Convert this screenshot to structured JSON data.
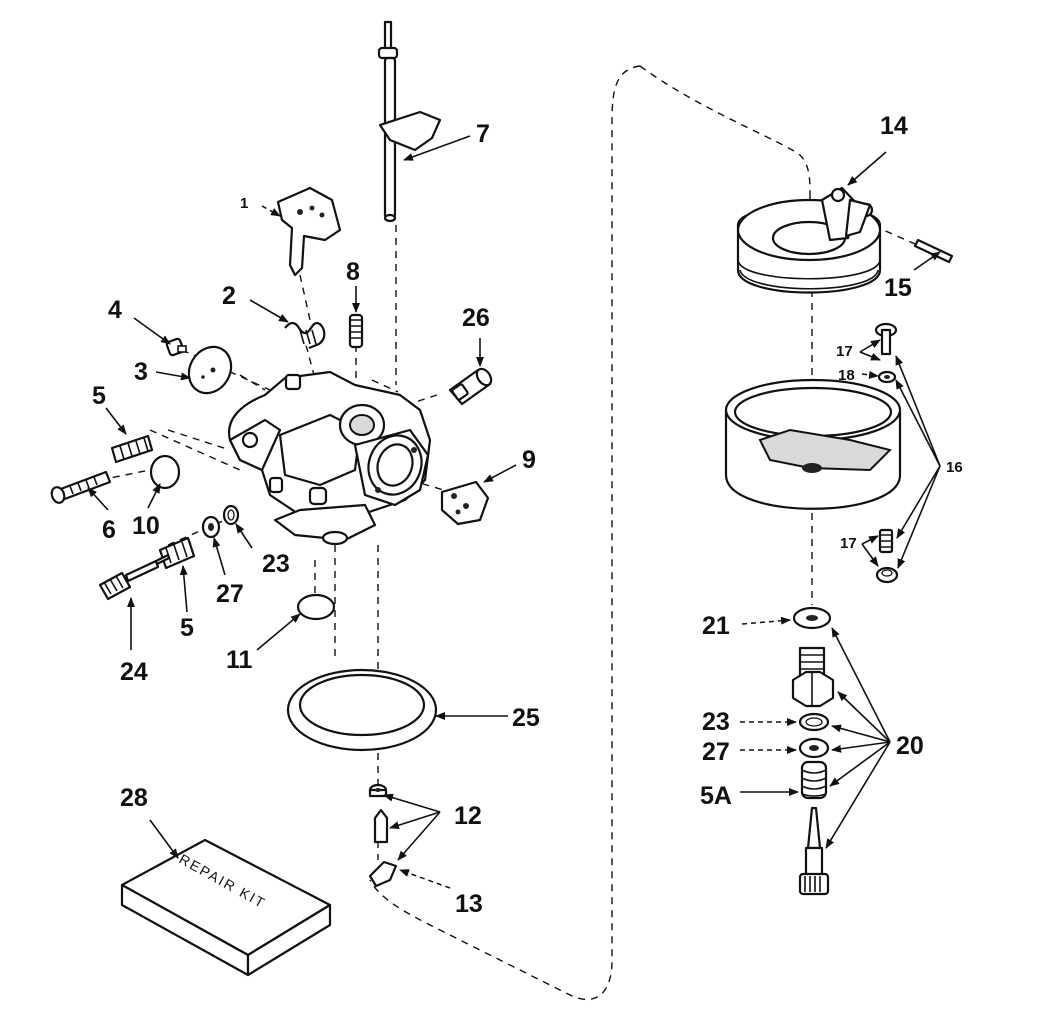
{
  "kit_label": "REPAIR KIT",
  "callouts": [
    {
      "id": "1",
      "text": "1"
    },
    {
      "id": "2",
      "text": "2"
    },
    {
      "id": "3",
      "text": "3"
    },
    {
      "id": "4",
      "text": "4"
    },
    {
      "id": "5a",
      "text": "5"
    },
    {
      "id": "5b",
      "text": "5"
    },
    {
      "id": "5A",
      "text": "5A"
    },
    {
      "id": "6",
      "text": "6"
    },
    {
      "id": "7",
      "text": "7"
    },
    {
      "id": "8",
      "text": "8"
    },
    {
      "id": "9",
      "text": "9"
    },
    {
      "id": "10",
      "text": "10"
    },
    {
      "id": "11",
      "text": "11"
    },
    {
      "id": "12",
      "text": "12"
    },
    {
      "id": "13",
      "text": "13"
    },
    {
      "id": "14",
      "text": "14"
    },
    {
      "id": "15",
      "text": "15"
    },
    {
      "id": "16",
      "text": "16"
    },
    {
      "id": "17a",
      "text": "17"
    },
    {
      "id": "17b",
      "text": "17"
    },
    {
      "id": "18",
      "text": "18"
    },
    {
      "id": "20",
      "text": "20"
    },
    {
      "id": "21",
      "text": "21"
    },
    {
      "id": "23a",
      "text": "23"
    },
    {
      "id": "23b",
      "text": "23"
    },
    {
      "id": "24",
      "text": "24"
    },
    {
      "id": "25",
      "text": "25"
    },
    {
      "id": "26",
      "text": "26"
    },
    {
      "id": "27a",
      "text": "27"
    },
    {
      "id": "27b",
      "text": "27"
    },
    {
      "id": "28",
      "text": "28"
    }
  ]
}
